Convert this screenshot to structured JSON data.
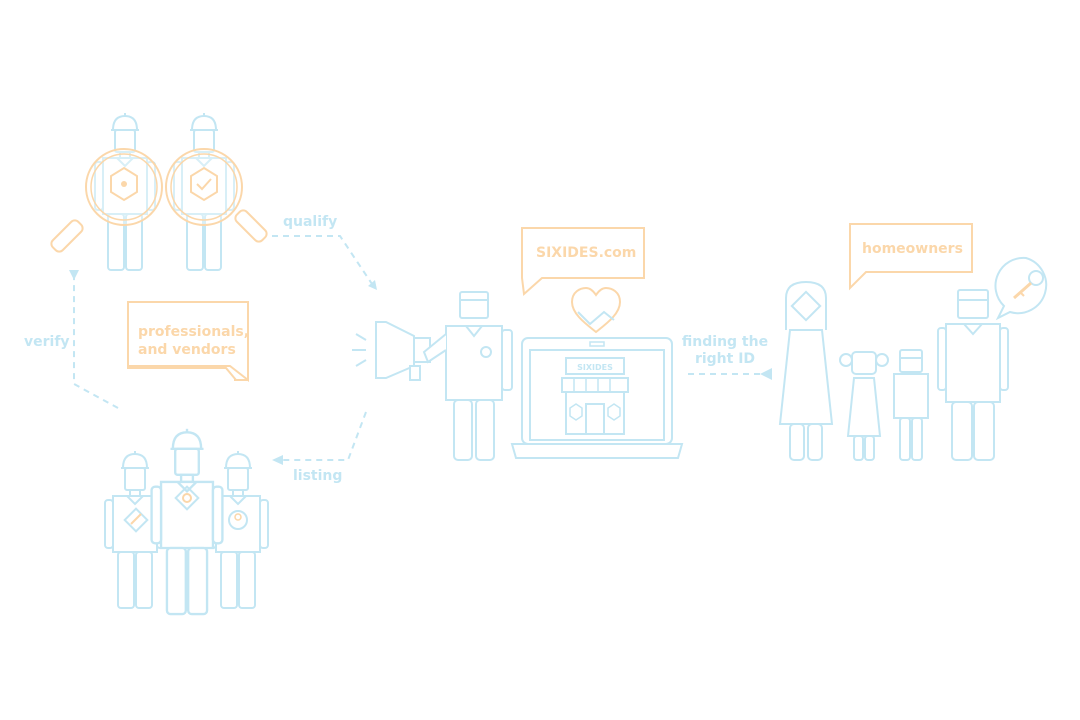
{
  "labels": {
    "qualify": "qualify",
    "verify": "verify",
    "listing": "listing",
    "finding_line1": "finding the",
    "finding_line2": "right ID"
  },
  "bubbles": {
    "professionals_line1": "professionals,",
    "professionals_line2": "and vendors",
    "sixides": "SIXIDES.com",
    "homeowners": "homeowners"
  },
  "shop_sign": "SIXIDES",
  "colors": {
    "blue_line": "#c3e6f3",
    "orange_line": "#fbd7aa"
  },
  "icons": [
    "magnifier-icon",
    "hardhat-worker-icon",
    "megaphone-icon",
    "handshake-heart-icon",
    "laptop-icon",
    "storefront-icon",
    "key-icon",
    "family-icon"
  ]
}
